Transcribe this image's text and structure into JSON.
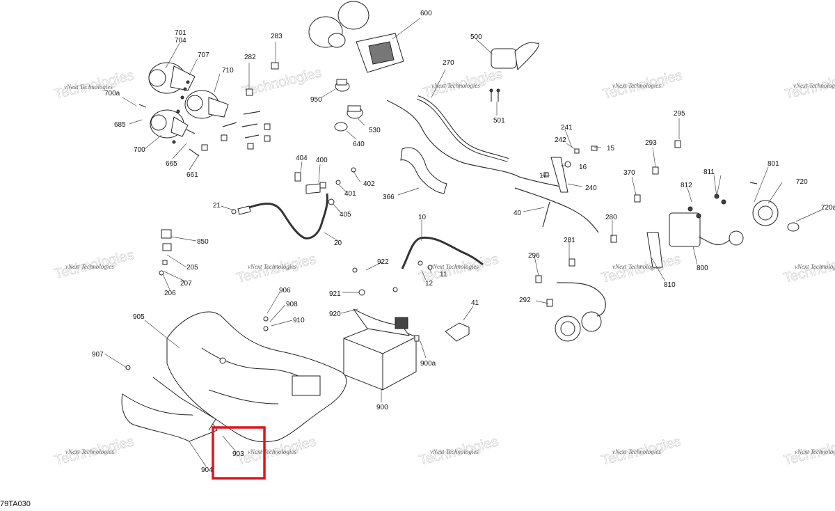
{
  "drawing_code": "79TA030",
  "watermark": {
    "line1": "vNext Technologies",
    "line2": "vNext",
    "line3": "Technologies"
  },
  "highlight_color": "#e0141b",
  "callouts": [
    "701",
    "704",
    "707",
    "710",
    "700a",
    "685",
    "700",
    "665",
    "661",
    "283",
    "282",
    "600",
    "950",
    "530",
    "640",
    "500",
    "270",
    "501",
    "241",
    "242",
    "15",
    "16",
    "17",
    "240",
    "295",
    "293",
    "370",
    "811",
    "801",
    "812",
    "720",
    "720a",
    "404",
    "400",
    "402",
    "401",
    "405",
    "21",
    "20",
    "366",
    "40",
    "10",
    "12",
    "11",
    "922",
    "921",
    "920",
    "41",
    "900a",
    "900",
    "905",
    "907",
    "906",
    "908",
    "910",
    "850",
    "205",
    "207",
    "206",
    "280",
    "281",
    "296",
    "292",
    "800",
    "810",
    "904",
    "903"
  ]
}
